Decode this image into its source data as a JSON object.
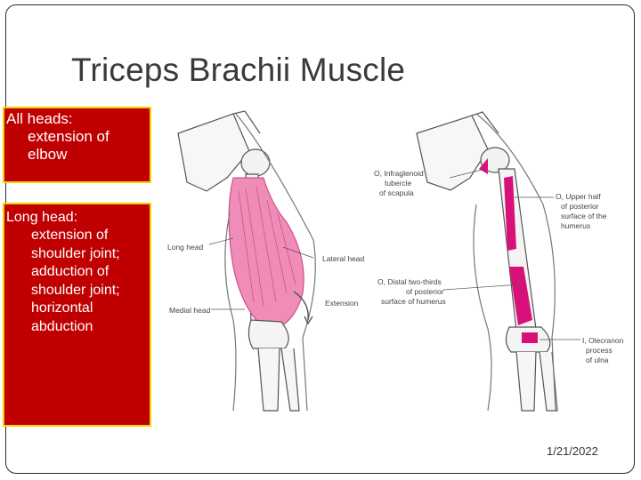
{
  "slide": {
    "title": "Triceps Brachii Muscle",
    "date": "1/21/2022"
  },
  "boxes": {
    "all_heads": {
      "heading": "All heads:",
      "lines": [
        "extension of",
        "elbow"
      ]
    },
    "long_head": {
      "heading": "Long head:",
      "lines": [
        "extension of",
        "shoulder joint;",
        "adduction of",
        "shoulder joint;",
        "horizontal",
        "abduction"
      ]
    }
  },
  "figure": {
    "left_labels": {
      "long_head": "Long head",
      "lateral_head": "Lateral head",
      "medial_head": "Medial head",
      "extension": "Extension"
    },
    "right_labels": {
      "origin_infraglenoid": [
        "O, Infraglenoid",
        "tubercle",
        "of scapula"
      ],
      "origin_upper_half": [
        "O, Upper half",
        "of posterior",
        "surface of the",
        "humerus"
      ],
      "origin_distal": [
        "O, Distal two-thirds",
        "of posterior",
        "surface of humerus"
      ],
      "insertion": [
        "I, Olecranon",
        "process",
        "of ulna"
      ]
    },
    "colors": {
      "muscle": "#f08cb8",
      "attachment": "#d8117a",
      "bone_stroke": "#555555"
    }
  }
}
